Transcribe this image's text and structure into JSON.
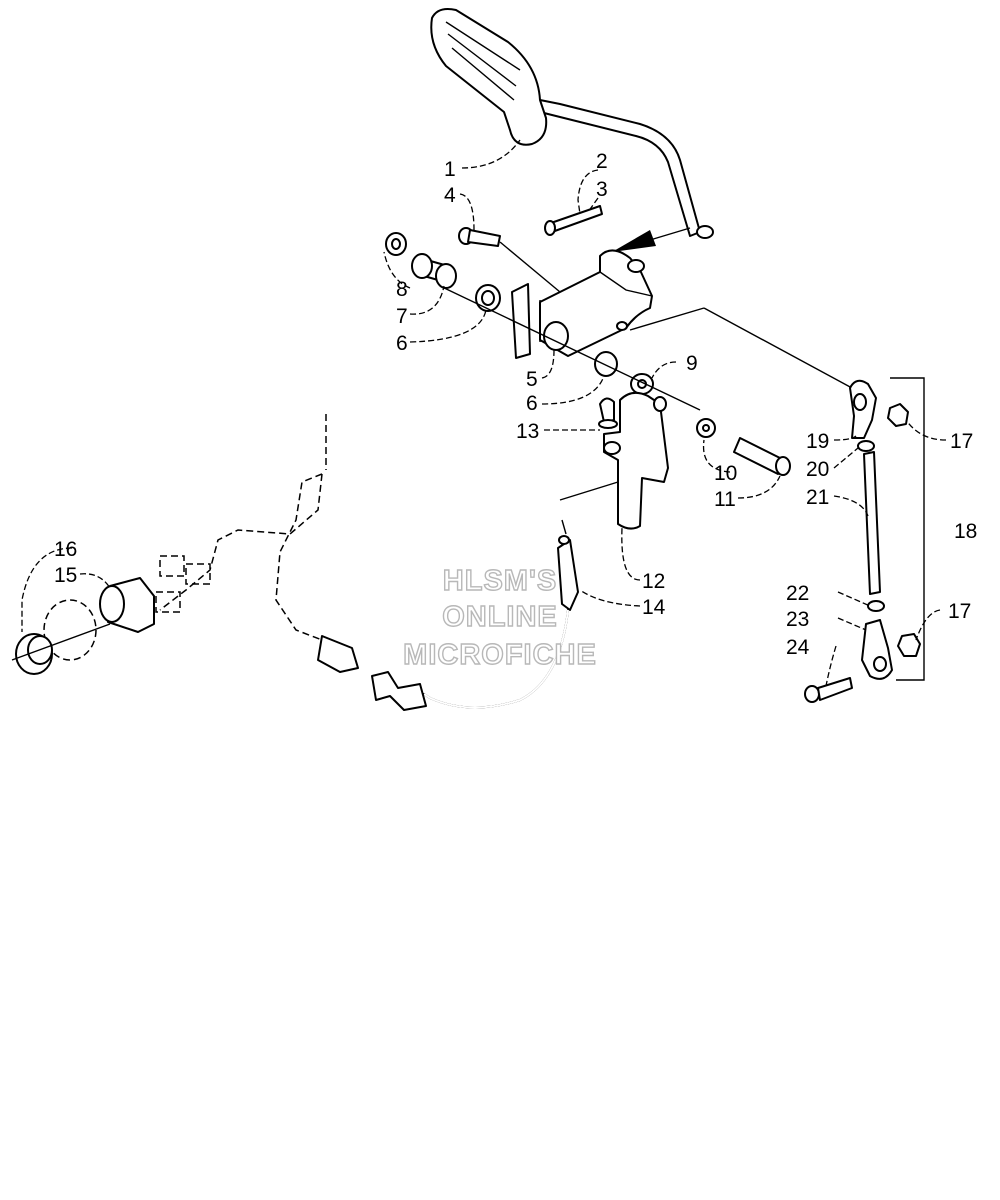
{
  "callouts": [
    {
      "id": "c1",
      "text": "1"
    },
    {
      "id": "c2",
      "text": "2"
    },
    {
      "id": "c3",
      "text": "3"
    },
    {
      "id": "c4",
      "text": "4"
    },
    {
      "id": "c5",
      "text": "5"
    },
    {
      "id": "c6a",
      "text": "6"
    },
    {
      "id": "c6b",
      "text": "6"
    },
    {
      "id": "c7",
      "text": "7"
    },
    {
      "id": "c8",
      "text": "8"
    },
    {
      "id": "c9",
      "text": "9"
    },
    {
      "id": "c10",
      "text": "10"
    },
    {
      "id": "c11",
      "text": "11"
    },
    {
      "id": "c12",
      "text": "12"
    },
    {
      "id": "c13",
      "text": "13"
    },
    {
      "id": "c14",
      "text": "14"
    },
    {
      "id": "c15",
      "text": "15"
    },
    {
      "id": "c16",
      "text": "16"
    },
    {
      "id": "c17a",
      "text": "17"
    },
    {
      "id": "c17b",
      "text": "17"
    },
    {
      "id": "c18",
      "text": "18"
    },
    {
      "id": "c19",
      "text": "19"
    },
    {
      "id": "c20",
      "text": "20"
    },
    {
      "id": "c21",
      "text": "21"
    },
    {
      "id": "c22",
      "text": "22"
    },
    {
      "id": "c23",
      "text": "23"
    },
    {
      "id": "c24",
      "text": "24"
    }
  ],
  "watermark": {
    "line1": "HLSM'S",
    "line2": "ONLINE",
    "line3": "MICROFICHE"
  },
  "colors": {
    "ink": "#000000",
    "paper": "#ffffff",
    "watermark": "#b8b8b8"
  }
}
